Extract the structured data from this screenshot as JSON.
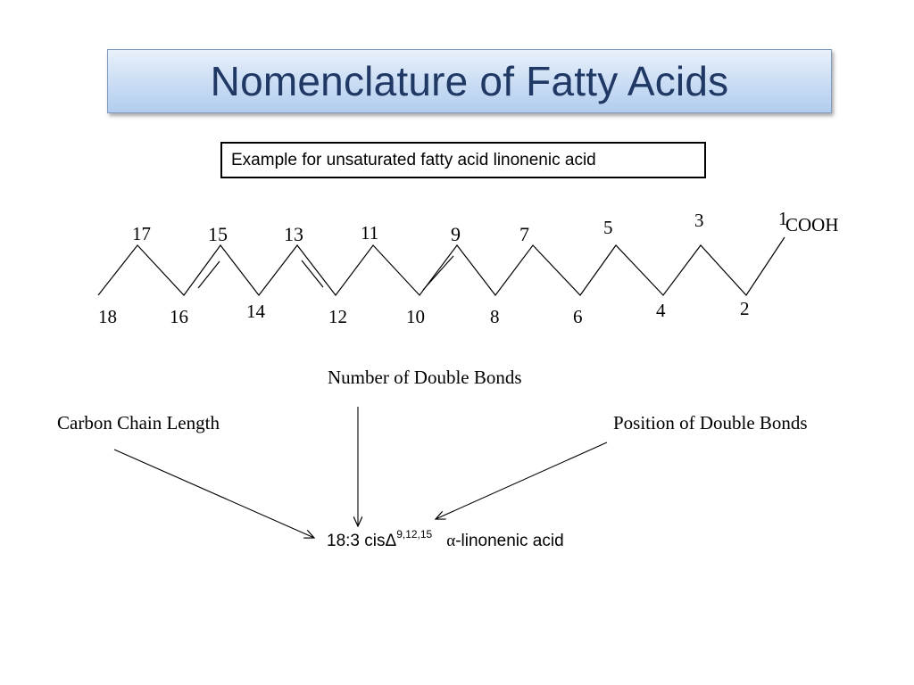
{
  "title": "Nomenclature of Fatty Acids",
  "example_text": "Example for unsaturated fatty acid linonenic acid",
  "chain": {
    "carbons": [
      {
        "n": "18",
        "level": "low"
      },
      {
        "n": "17",
        "level": "high"
      },
      {
        "n": "16",
        "level": "low"
      },
      {
        "n": "15",
        "level": "high"
      },
      {
        "n": "14",
        "level": "low"
      },
      {
        "n": "13",
        "level": "high"
      },
      {
        "n": "12",
        "level": "low"
      },
      {
        "n": "11",
        "level": "high"
      },
      {
        "n": "10",
        "level": "low"
      },
      {
        "n": "9",
        "level": "high"
      },
      {
        "n": "8",
        "level": "low"
      },
      {
        "n": "7",
        "level": "high"
      },
      {
        "n": "6",
        "level": "low"
      },
      {
        "n": "5",
        "level": "high"
      },
      {
        "n": "4",
        "level": "low"
      },
      {
        "n": "3",
        "level": "high"
      },
      {
        "n": "2",
        "level": "low"
      },
      {
        "n": "1",
        "level": "high"
      }
    ],
    "double_bonds": [
      "15-16",
      "12-13",
      "9-10"
    ],
    "end_group": "COOH"
  },
  "labels": {
    "number_of_double_bonds": "Number of Double Bonds",
    "carbon_chain_length": "Carbon Chain Length",
    "position_of_double_bonds": "Position of Double Bonds"
  },
  "formula": {
    "prefix": "18:3 cis",
    "delta": "Δ",
    "positions": "9,12,15",
    "alpha": "α",
    "name": "-linonenic acid"
  }
}
